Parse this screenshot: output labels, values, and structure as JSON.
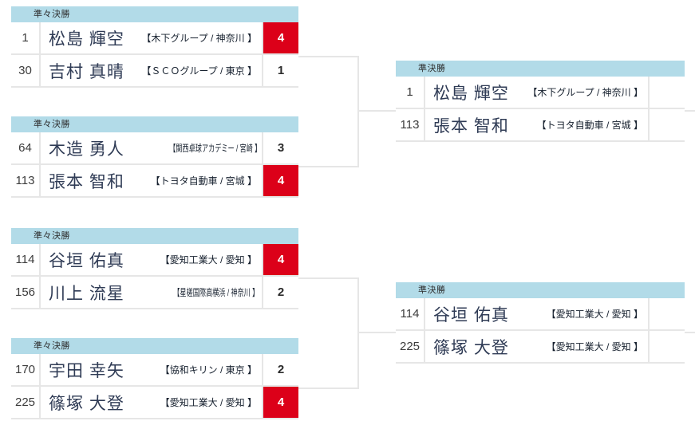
{
  "colors": {
    "header_blue": "#b2dbe8",
    "win_red": "#dc0019",
    "border_gray": "#e6e6e6",
    "name_text": "#2f3b55"
  },
  "rounds": {
    "quarterfinal_label": "準々決勝",
    "semifinal_label": "準決勝"
  },
  "quarterfinals": [
    {
      "label": "準々決勝",
      "rows": [
        {
          "seed": "1",
          "name": "松島 輝空",
          "affiliation": "【木下グループ / 神奈川 】",
          "score": "4",
          "winner": true
        },
        {
          "seed": "30",
          "name": "吉村 真晴",
          "affiliation": "【ＳＣＯグループ / 東京 】",
          "score": "1",
          "winner": false
        }
      ]
    },
    {
      "label": "準々決勝",
      "rows": [
        {
          "seed": "64",
          "name": "木造 勇人",
          "affiliation": "【関西卓球アカデミー / 宮崎 】",
          "score": "3",
          "winner": false
        },
        {
          "seed": "113",
          "name": "張本 智和",
          "affiliation": "【トヨタ自動車 / 宮城 】",
          "score": "4",
          "winner": true
        }
      ]
    },
    {
      "label": "準々決勝",
      "rows": [
        {
          "seed": "114",
          "name": "谷垣 佑真",
          "affiliation": "【愛知工業大 / 愛知 】",
          "score": "4",
          "winner": true
        },
        {
          "seed": "156",
          "name": "川上 流星",
          "affiliation": "【星槎国際高横浜 / 神奈川 】",
          "score": "2",
          "winner": false
        }
      ]
    },
    {
      "label": "準々決勝",
      "rows": [
        {
          "seed": "170",
          "name": "宇田 幸矢",
          "affiliation": "【協和キリン / 東京 】",
          "score": "2",
          "winner": false
        },
        {
          "seed": "225",
          "name": "篠塚 大登",
          "affiliation": "【愛知工業大 / 愛知 】",
          "score": "4",
          "winner": true
        }
      ]
    }
  ],
  "semifinals": [
    {
      "label": "準決勝",
      "rows": [
        {
          "seed": "1",
          "name": "松島 輝空",
          "affiliation": "【木下グループ / 神奈川 】",
          "score": "",
          "winner": false
        },
        {
          "seed": "113",
          "name": "張本 智和",
          "affiliation": "【トヨタ自動車 / 宮城 】",
          "score": "",
          "winner": false
        }
      ]
    },
    {
      "label": "準決勝",
      "rows": [
        {
          "seed": "114",
          "name": "谷垣 佑真",
          "affiliation": "【愛知工業大 / 愛知 】",
          "score": "",
          "winner": false
        },
        {
          "seed": "225",
          "name": "篠塚 大登",
          "affiliation": "【愛知工業大 / 愛知 】",
          "score": "",
          "winner": false
        }
      ]
    }
  ]
}
